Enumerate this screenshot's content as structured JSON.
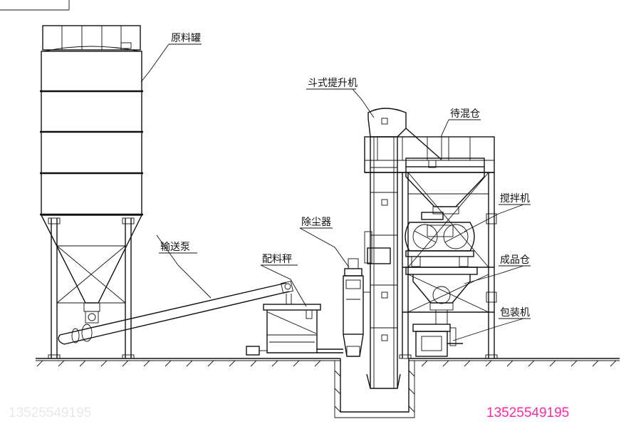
{
  "labels": {
    "silo": "原料罐",
    "bucket_elevator": "斗式提升机",
    "waiting_bin": "待混仓",
    "mixer": "搅拌机",
    "product_bin": "成品仓",
    "packing_machine": "包装机",
    "dust_collector": "除尘器",
    "batching_scale": "配料秤",
    "conveyor_pump": "输送泵"
  },
  "watermarks": {
    "phone_left": "13525549195",
    "phone_right": "13525549195"
  },
  "colors": {
    "line": "#111111",
    "phone_left": "#e8e8e8",
    "phone_right": "#ff2aa0"
  }
}
